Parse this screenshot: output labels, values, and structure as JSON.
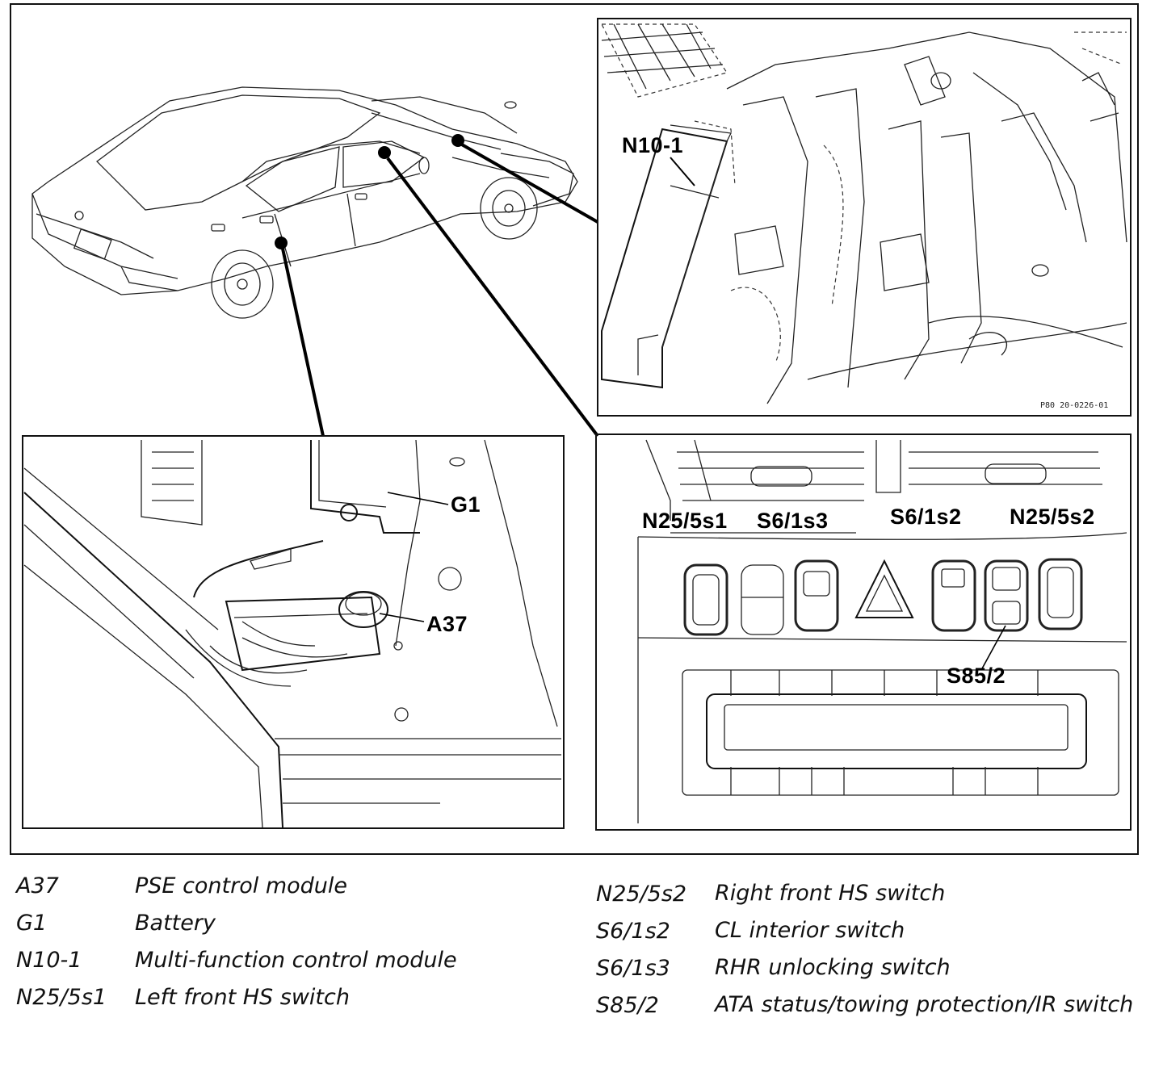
{
  "callouts": {
    "n10_1": "N10-1",
    "g1": "G1",
    "a37": "A37",
    "n25_5s1": "N25/5s1",
    "s6_1s3": "S6/1s3",
    "s6_1s2": "S6/1s2",
    "n25_5s2": "N25/5s2",
    "s85_2": "S85/2"
  },
  "figure_code": "P80 20-0226-01",
  "legend_left": [
    {
      "code": "A37",
      "desc": "PSE control module"
    },
    {
      "code": "G1",
      "desc": "Battery"
    },
    {
      "code": "N10-1",
      "desc": "Multi-function control module"
    },
    {
      "code": "N25/5s1",
      "desc": "Left front HS switch"
    }
  ],
  "legend_right": [
    {
      "code": "N25/5s2",
      "desc": "Right front HS switch"
    },
    {
      "code": "S6/1s2",
      "desc": "CL interior switch"
    },
    {
      "code": "S6/1s3",
      "desc": "RHR unlocking switch"
    },
    {
      "code": "S85/2",
      "desc": "ATA status/towing protection/IR switch"
    }
  ]
}
